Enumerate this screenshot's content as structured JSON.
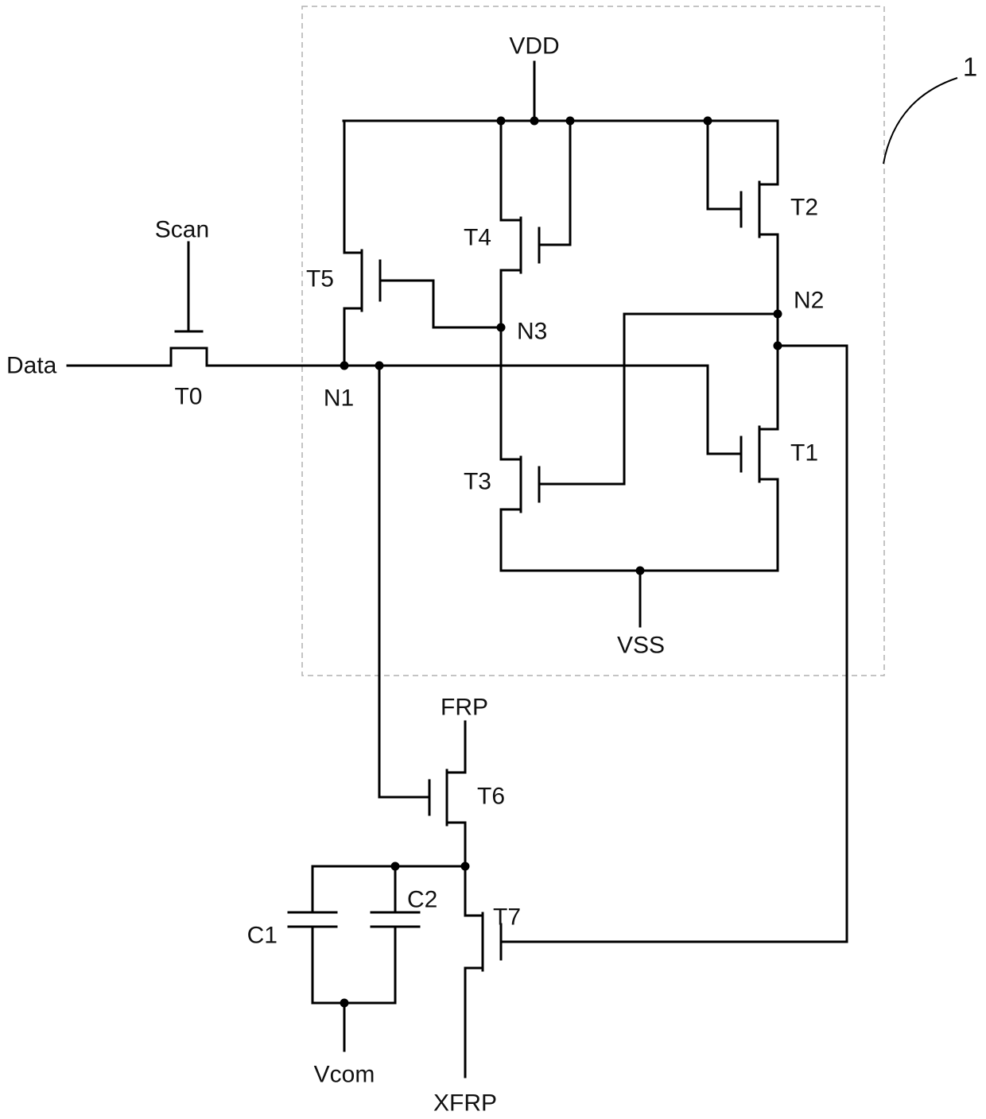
{
  "labels": {
    "figure_number": "1",
    "vdd": "VDD",
    "vss": "VSS",
    "scan": "Scan",
    "data": "Data",
    "frp": "FRP",
    "xfrp": "XFRP",
    "vcom": "Vcom",
    "n1": "N1",
    "n2": "N2",
    "n3": "N3",
    "t0": "T0",
    "t1": "T1",
    "t2": "T2",
    "t3": "T3",
    "t4": "T4",
    "t5": "T5",
    "t6": "T6",
    "t7": "T7",
    "c1": "C1",
    "c2": "C2"
  },
  "colors": {
    "wire": "#000000",
    "boundary": "#b0b0b0",
    "background": "#ffffff"
  }
}
